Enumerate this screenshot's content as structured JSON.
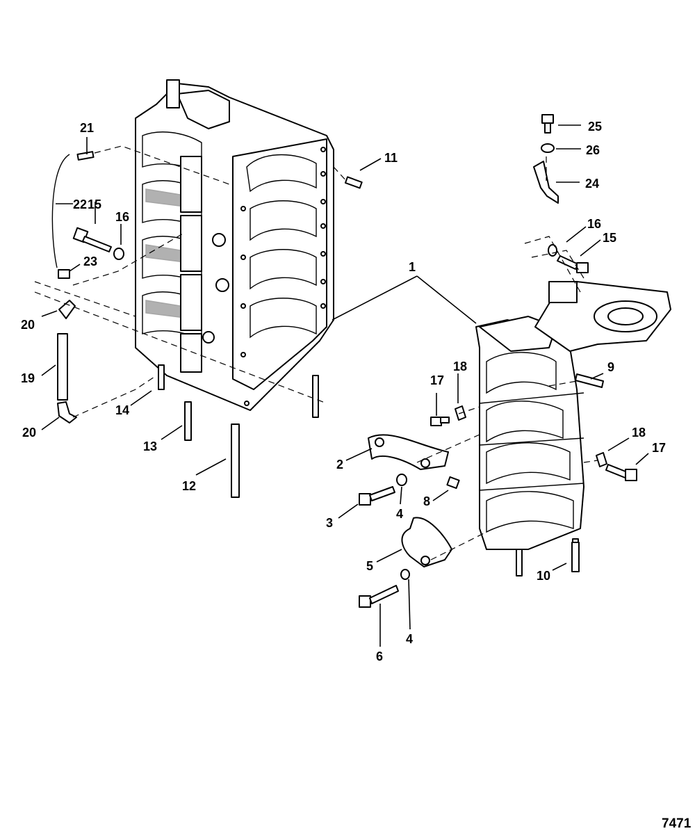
{
  "figure_number": "7471",
  "callouts": {
    "c1": "1",
    "c2": "2",
    "c3": "3",
    "c4a": "4",
    "c4b": "4",
    "c5": "5",
    "c6": "6",
    "c8": "8",
    "c9": "9",
    "c10": "10",
    "c11": "11",
    "c12": "12",
    "c13": "13",
    "c14": "14",
    "c15a": "15",
    "c15b": "15",
    "c16a": "16",
    "c16b": "16",
    "c17a": "17",
    "c17b": "17",
    "c18a": "18",
    "c18b": "18",
    "c19": "19",
    "c20a": "20",
    "c20b": "20",
    "c21": "21",
    "c22": "22",
    "c23": "23",
    "c24": "24",
    "c25": "25",
    "c26": "26"
  }
}
